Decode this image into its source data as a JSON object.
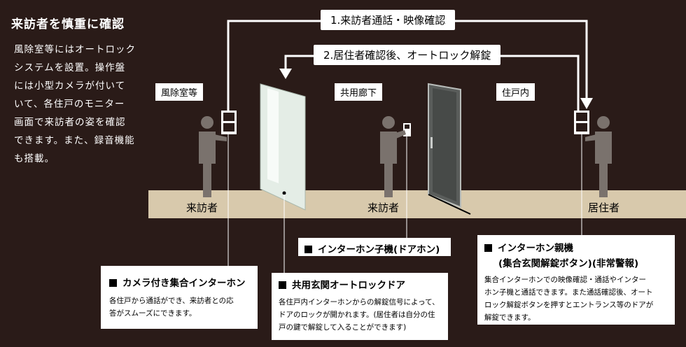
{
  "title": "来訪者を慎重に確認",
  "description": [
    "風除室等にはオートロック",
    "システムを設置。操作盤",
    "には小型カメラが付いて",
    "いて、各住戸のモニター",
    "画面で来訪者の姿を確認",
    "できます。また、録音機能",
    "も搭載。"
  ],
  "flows": {
    "flow1": "1.来訪者通話・映像確認",
    "flow2": "2.居住者確認後、オートロック解錠"
  },
  "areas": {
    "vestibule": "風除室等",
    "corridor": "共用廊下",
    "dwelling": "住戸内"
  },
  "people": {
    "visitor1": "来訪者",
    "visitor2": "来訪者",
    "resident": "居住者"
  },
  "callouts": {
    "camera_intercom": {
      "title": "カメラ付き集合インターホン",
      "body": [
        "各住戸から通話ができ、来訪者との応",
        "答がスムーズにできます。"
      ]
    },
    "autolock_door": {
      "title": "共用玄関オートロックドア",
      "body": [
        "各住戸内インターホンからの解錠信号によって、",
        "ドアのロックが開かれます。(居住者は自分の住",
        "戸の鍵で解錠して入ることができます)"
      ]
    },
    "door_phone": {
      "title": "インターホン子機(ドアホン)"
    },
    "master_unit": {
      "title_line1": "インターホン親機",
      "title_line2": "(集合玄関解錠ボタン)(非常警報)",
      "body": [
        "集合インターホンでの映像確認・通話やインター",
        "ホン子機と通話できます。また通話確認後、オート",
        "ロック解錠ボタンを押すとエントランス等のドアが",
        "解錠できます。"
      ]
    }
  },
  "colors": {
    "background": "#2a1b18",
    "floor": "#d8c9ac",
    "figure": "#7a726d",
    "door_panel": "#e4ede6",
    "dwelling_door": "#5a5d5b"
  }
}
